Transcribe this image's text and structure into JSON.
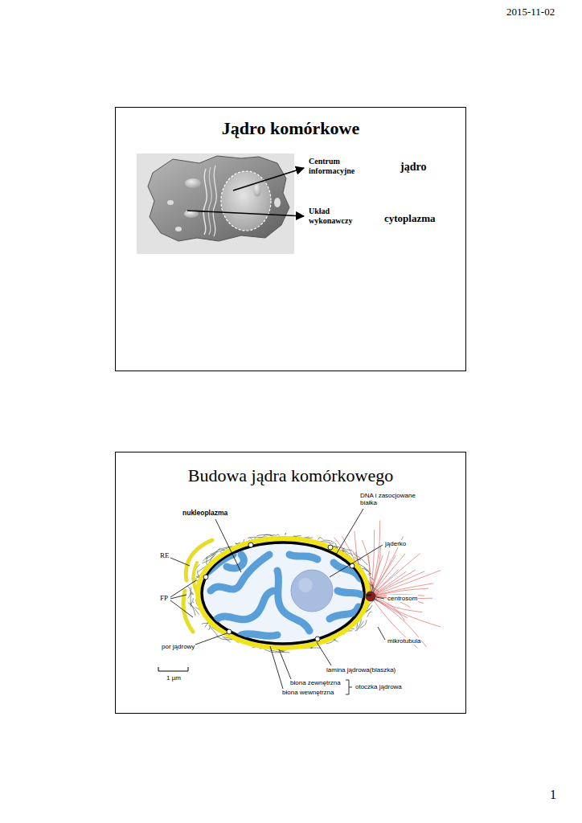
{
  "diagram": {
    "nodes": [
      {
        "text": [
          "Jądro komórkowe"
        ]
      },
      {
        "text": [
          "Budowa jądra komórkowego"
        ]
      }
    ],
    "labels": [
      "2015-11-02",
      "Centrum informacyjne",
      "jądro",
      "Układ wykonawczy",
      "cytoplazma",
      "nukleoplazma",
      "DNA i zasocjowane białka",
      "jąderko",
      "RE",
      "FP",
      "centrosom",
      "mikrotubula",
      "por jądrowy",
      "lamina jądrowa(blaszka)",
      "1 µm",
      "błona zewnętrzna",
      "błona wewnętrzna",
      "otoczka jądrowa",
      "1"
    ]
  }
}
